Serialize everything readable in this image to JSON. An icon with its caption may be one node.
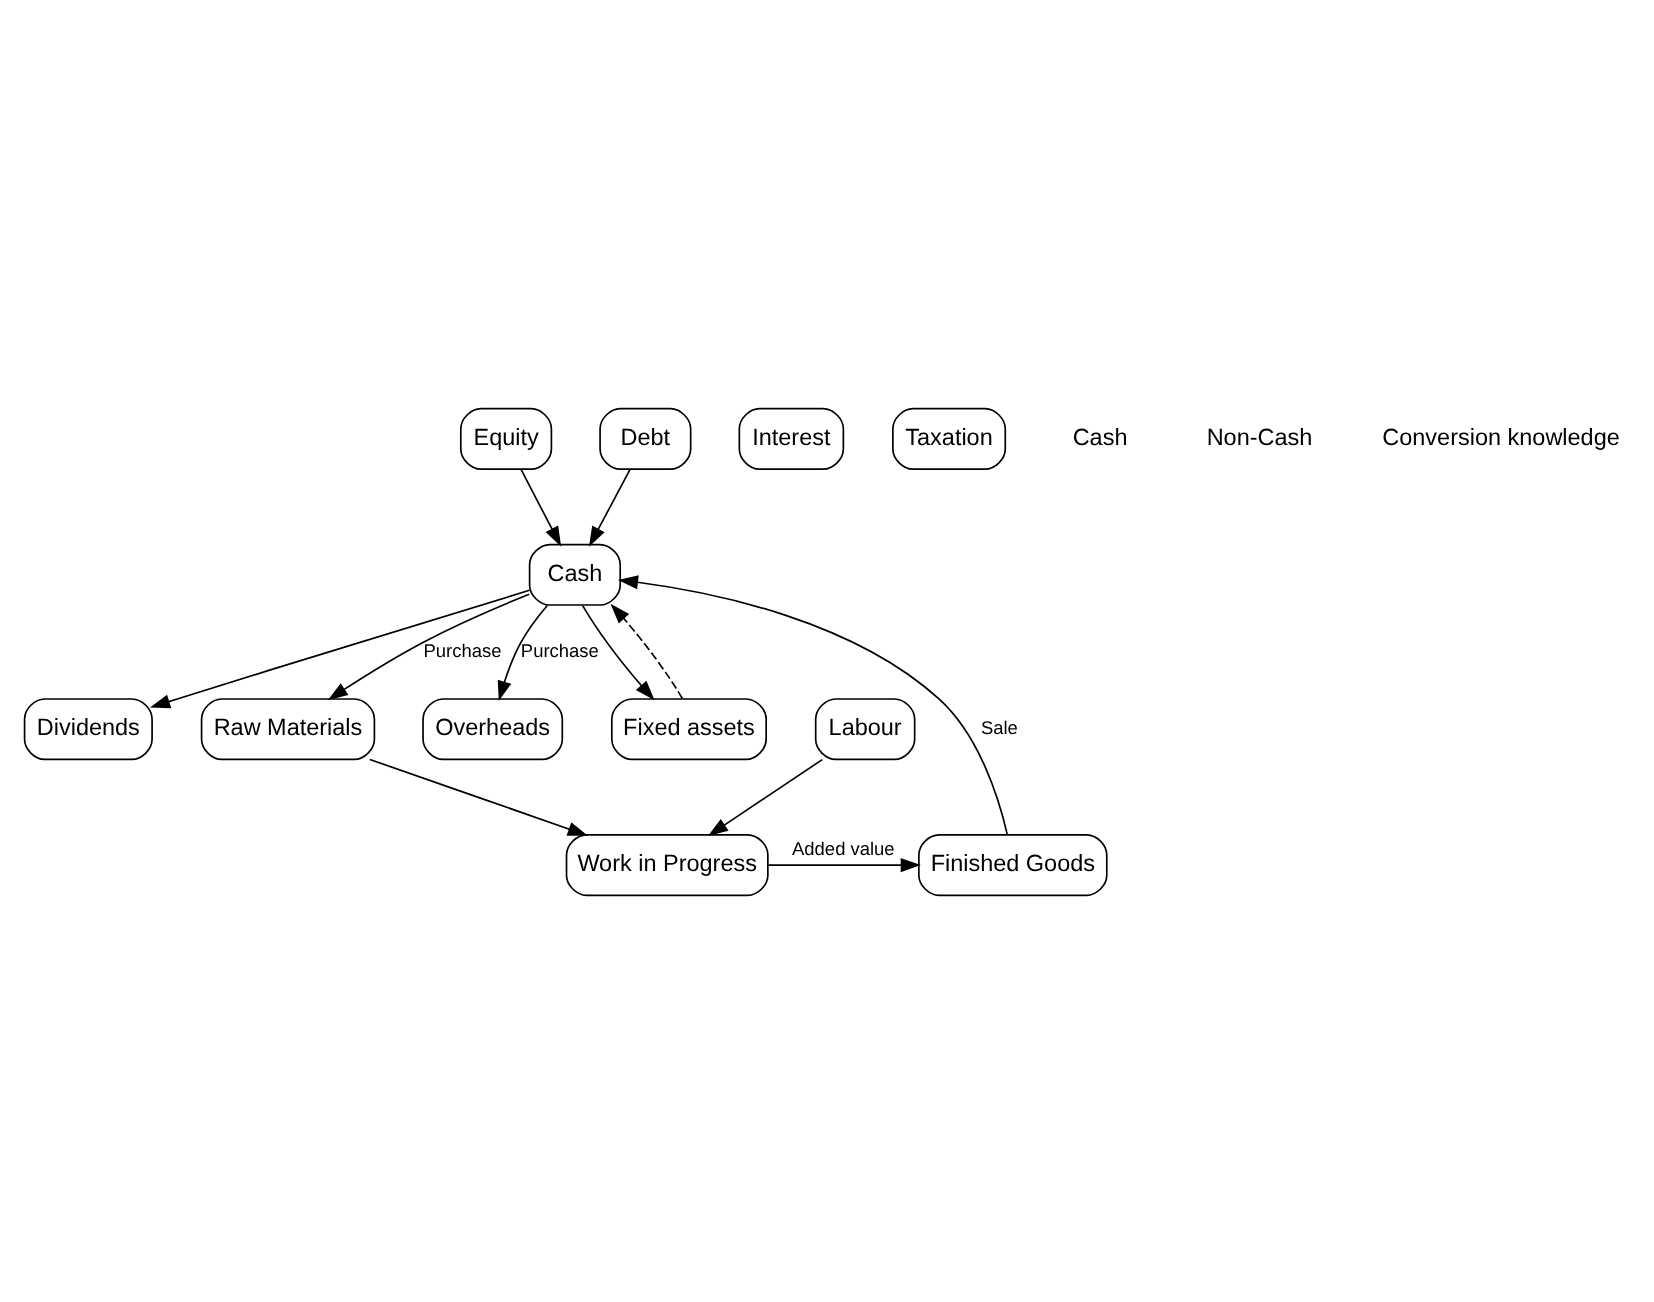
{
  "diagram": {
    "nodes": [
      {
        "text": [
          "Equity"
        ]
      },
      {
        "text": [
          "Debt"
        ]
      },
      {
        "text": [
          "Interest"
        ]
      },
      {
        "text": [
          "Taxation"
        ]
      },
      {
        "text": [
          "Dividends"
        ]
      },
      {
        "text": [
          "Cash"
        ]
      },
      {
        "text": [
          "Raw Materials"
        ]
      },
      {
        "text": [
          "Overheads"
        ]
      },
      {
        "text": [
          "Labour"
        ]
      },
      {
        "text": [
          "Work in Progress"
        ]
      },
      {
        "text": [
          "Finished Goods"
        ]
      },
      {
        "text": [
          "Fixed assets"
        ]
      }
    ],
    "edges": [
      {
        "from": 0,
        "to": 5,
        "arrow": "to"
      },
      {
        "from": 1,
        "to": 5,
        "arrow": "to"
      },
      {
        "from": 5,
        "to": 4,
        "arrow": "to"
      },
      {
        "from": 5,
        "to": 6,
        "arrow": "to",
        "label": "Purchase"
      },
      {
        "from": 5,
        "to": 7,
        "arrow": "to",
        "label": "Purchase"
      },
      {
        "from": 5,
        "to": 11,
        "arrow": "to"
      },
      {
        "from": 10,
        "to": 5,
        "arrow": "to",
        "label": "Sale"
      },
      {
        "from": 6,
        "to": 9,
        "arrow": "to"
      },
      {
        "from": 8,
        "to": 9,
        "arrow": "to"
      },
      {
        "from": 9,
        "to": 10,
        "arrow": "to",
        "label": "Added value"
      },
      {
        "from": 11,
        "to": 5,
        "arrow": "to",
        "style": "dashed"
      }
    ],
    "labels": [
      "Cash",
      "Non-Cash",
      "Conversion knowledge"
    ]
  }
}
